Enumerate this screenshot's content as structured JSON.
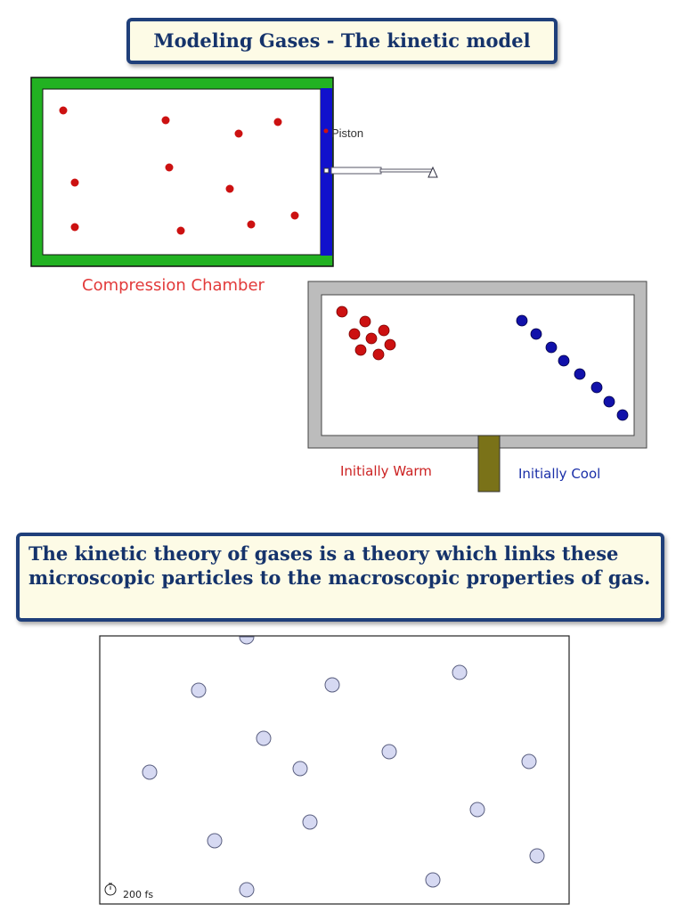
{
  "title": "Modeling Gases - The kinetic model",
  "chamber": {
    "label": "Compression Chamber",
    "piston_label": "Piston",
    "colors": {
      "wall": "#22b222",
      "piston": "#1111cc",
      "particle": "#cc1111"
    }
  },
  "heat": {
    "warm_label": "Initially Warm",
    "cool_label": "Initially Cool",
    "colors": {
      "wall": "#bcbcbc",
      "warm": "#cc1111",
      "cool": "#1111aa",
      "divider": "#7a7218"
    }
  },
  "theory_text": "The kinetic theory of gases is a theory which links these microscopic particles to the macroscopic properties of gas.",
  "simulation": {
    "time_readout": "200 fs",
    "timer_icon": "stopwatch-icon",
    "colors": {
      "particle_fill": "#d6d9f2",
      "particle_stroke": "#5a5f80"
    }
  }
}
